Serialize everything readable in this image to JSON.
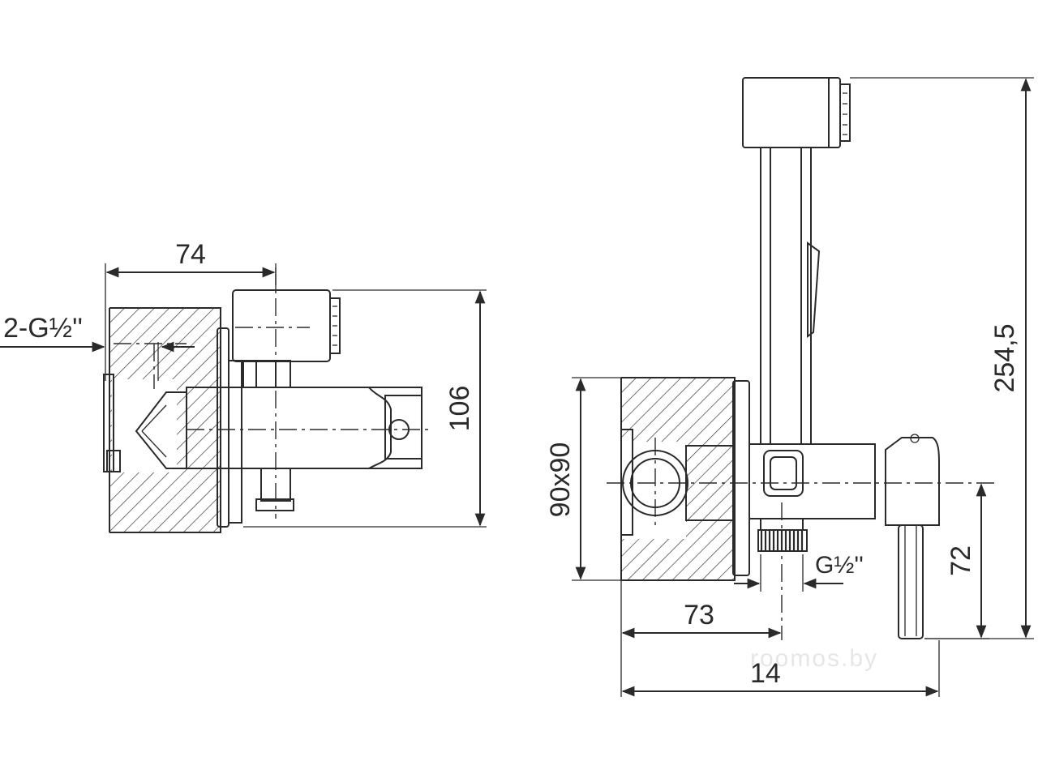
{
  "labels": {
    "side_width": "74",
    "side_thread": "2-G½''",
    "side_height": "106",
    "front_plate": "90x90",
    "front_thread": "G½''",
    "front_depth": "73",
    "front_total_width": "14",
    "front_center_height": "72",
    "front_total_height": "254,5"
  },
  "watermark": "roomos.by",
  "colors": {
    "line": "#2a2a2a",
    "background": "#ffffff"
  }
}
